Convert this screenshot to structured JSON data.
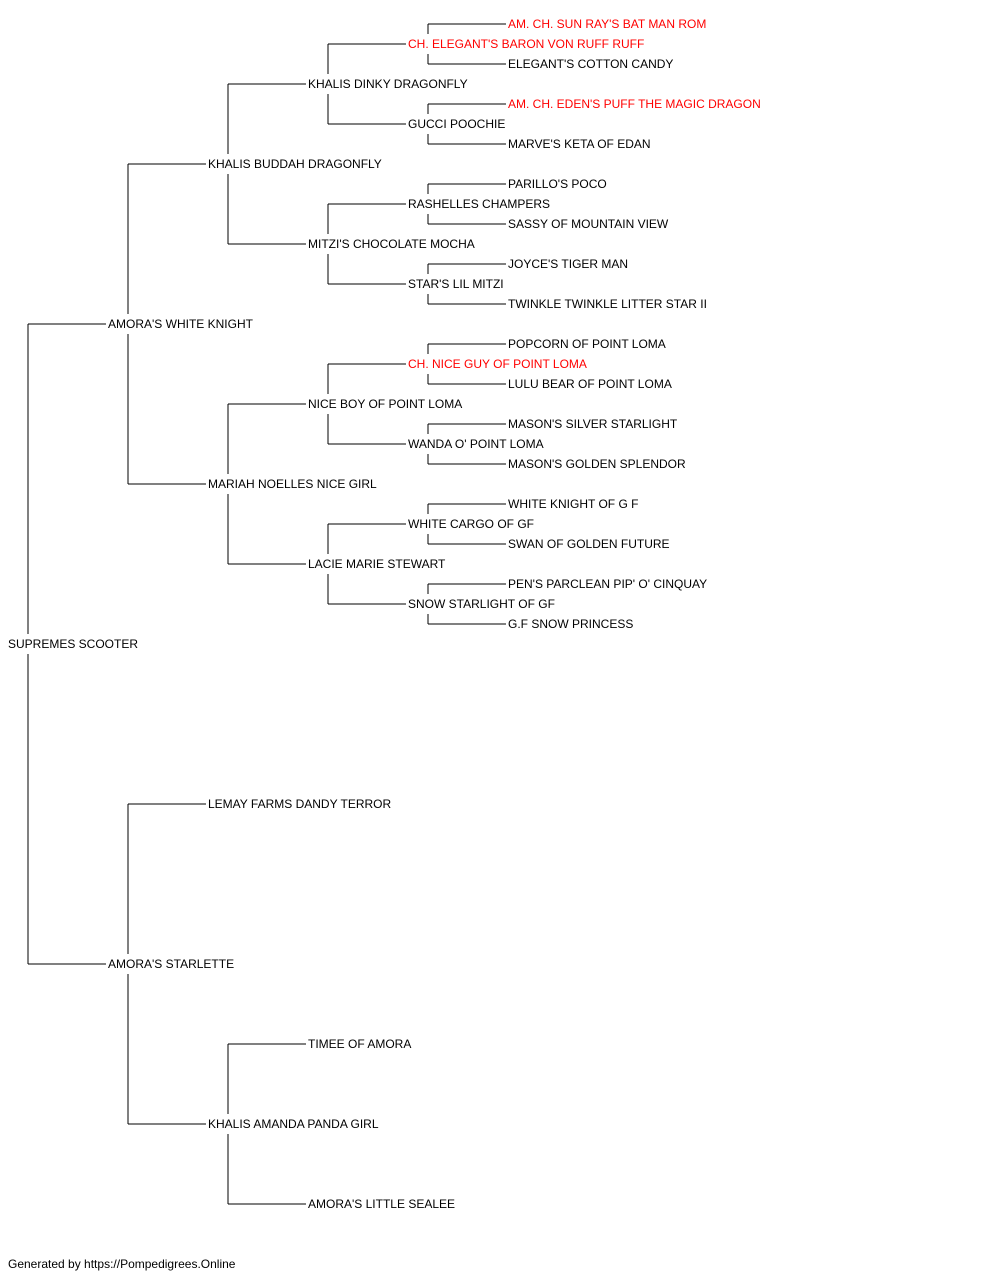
{
  "pedigree": {
    "subject": {
      "name": "SUPREMES SCOOTER",
      "champion": false
    },
    "sire": {
      "name": "AMORA'S WHITE KNIGHT",
      "champion": false,
      "sire": {
        "name": "KHALIS BUDDAH DRAGONFLY",
        "champion": false,
        "sire": {
          "name": "KHALIS DINKY DRAGONFLY",
          "champion": false,
          "sire": {
            "name": "CH. ELEGANT'S BARON VON RUFF RUFF",
            "champion": true,
            "sire": {
              "name": "AM. CH. SUN RAY'S BAT MAN ROM",
              "champion": true
            },
            "dam": {
              "name": "ELEGANT'S COTTON CANDY",
              "champion": false
            }
          },
          "dam": {
            "name": "GUCCI POOCHIE",
            "champion": false,
            "sire": {
              "name": "AM. CH. EDEN'S PUFF THE MAGIC DRAGON",
              "champion": true
            },
            "dam": {
              "name": "MARVE'S KETA OF EDAN",
              "champion": false
            }
          }
        },
        "dam": {
          "name": "MITZI'S CHOCOLATE MOCHA",
          "champion": false,
          "sire": {
            "name": "RASHELLES CHAMPERS",
            "champion": false,
            "sire": {
              "name": "PARILLO'S POCO",
              "champion": false
            },
            "dam": {
              "name": "SASSY OF MOUNTAIN VIEW",
              "champion": false
            }
          },
          "dam": {
            "name": "STAR'S LIL MITZI",
            "champion": false,
            "sire": {
              "name": "JOYCE'S TIGER MAN",
              "champion": false
            },
            "dam": {
              "name": "TWINKLE TWINKLE LITTER STAR II",
              "champion": false
            }
          }
        }
      },
      "dam": {
        "name": "MARIAH NOELLES NICE GIRL",
        "champion": false,
        "sire": {
          "name": "NICE BOY OF POINT LOMA",
          "champion": false,
          "sire": {
            "name": "CH. NICE GUY OF POINT LOMA",
            "champion": true,
            "sire": {
              "name": "POPCORN OF POINT LOMA",
              "champion": false
            },
            "dam": {
              "name": "LULU BEAR OF POINT LOMA",
              "champion": false
            }
          },
          "dam": {
            "name": "WANDA O' POINT LOMA",
            "champion": false,
            "sire": {
              "name": "MASON'S SILVER STARLIGHT",
              "champion": false
            },
            "dam": {
              "name": "MASON'S GOLDEN SPLENDOR",
              "champion": false
            }
          }
        },
        "dam": {
          "name": "LACIE MARIE STEWART",
          "champion": false,
          "sire": {
            "name": "WHITE CARGO OF GF",
            "champion": false,
            "sire": {
              "name": "WHITE KNIGHT OF G F",
              "champion": false
            },
            "dam": {
              "name": "SWAN OF GOLDEN FUTURE",
              "champion": false
            }
          },
          "dam": {
            "name": "SNOW STARLIGHT OF GF",
            "champion": false,
            "sire": {
              "name": "PEN'S PARCLEAN PIP' O' CINQUAY",
              "champion": false
            },
            "dam": {
              "name": "G.F SNOW PRINCESS",
              "champion": false
            }
          }
        }
      }
    },
    "dam": {
      "name": "AMORA'S STARLETTE",
      "champion": false,
      "sire": {
        "name": "LEMAY FARMS DANDY TERROR",
        "champion": false
      },
      "dam": {
        "name": "KHALIS AMANDA PANDA GIRL",
        "champion": false,
        "sire": {
          "name": "TIMEE OF AMORA",
          "champion": false
        },
        "dam": {
          "name": "AMORA'S LITTLE SEALEE",
          "champion": false
        }
      }
    }
  },
  "colors": {
    "line": "#000000",
    "name": "#000000",
    "champion": "#ff0000"
  },
  "footer": "Generated by https://Pompedigrees.Online"
}
